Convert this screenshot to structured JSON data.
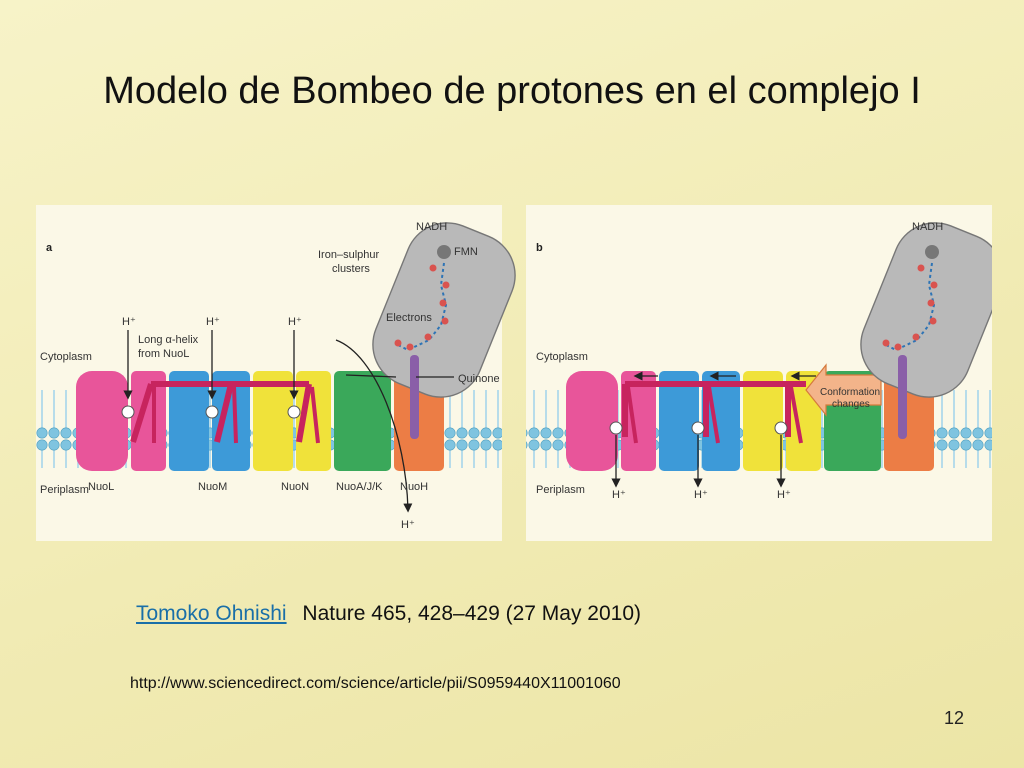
{
  "slide": {
    "title": "Modelo de Bombeo de protones en el complejo I",
    "citation_author": "Tomoko Ohnishi",
    "citation_text": "Nature 465, 428–429 (27 May 2010)",
    "url": "http://www.sciencedirect.com/science/article/pii/S0959440X11001060",
    "page_number": "12"
  },
  "figure": {
    "panel_a": {
      "label": "a",
      "nadh": "NADH",
      "fmn": "FMN",
      "iron_sulphur": [
        "Iron–sulphur",
        "clusters"
      ],
      "electrons": "Electrons",
      "quinone": "Quinone",
      "cytoplasm": "Cytoplasm",
      "periplasm": "Periplasm",
      "helix": [
        "Long α-helix",
        "from NuoL"
      ],
      "proton": "H⁺",
      "subunits": [
        "NuoL",
        "NuoM",
        "NuoN",
        "NuoA/J/K",
        "NuoH"
      ]
    },
    "panel_b": {
      "label": "b",
      "nadh": "NADH",
      "cytoplasm": "Cytoplasm",
      "periplasm": "Periplasm",
      "conformation": [
        "Conformation",
        "changes"
      ],
      "proton": "H⁺"
    }
  },
  "colors": {
    "nuol": "#e8559a",
    "nuom": "#3d9ad8",
    "nuon": "#f0e23a",
    "nuoajk": "#3aa85a",
    "nuoh": "#ec7d45",
    "helix": "#c7245e",
    "peripheral_arm": "#b9b9b9",
    "membrane": "#7fc4e0"
  }
}
